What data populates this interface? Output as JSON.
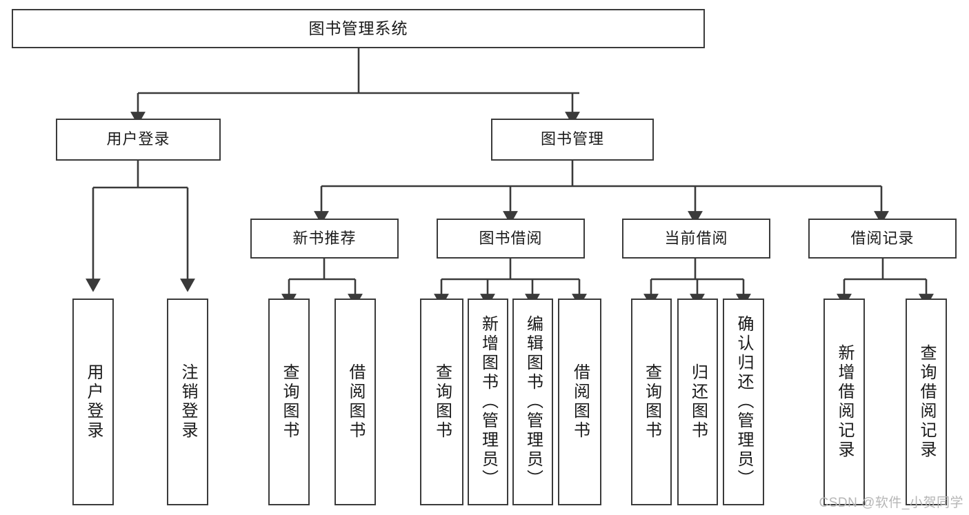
{
  "diagram": {
    "type": "tree",
    "title": "图书管理系统",
    "root": {
      "label": "图书管理系统"
    },
    "level1": [
      {
        "label": "用户登录"
      },
      {
        "label": "图书管理"
      }
    ],
    "level2": [
      {
        "label": "新书推荐"
      },
      {
        "label": "图书借阅"
      },
      {
        "label": "当前借阅"
      },
      {
        "label": "借阅记录"
      }
    ],
    "leaves_user_login": [
      {
        "label": "用户登录"
      },
      {
        "label": "注销登录"
      }
    ],
    "leaves_new_book": [
      {
        "label": "查询图书"
      },
      {
        "label": "借阅图书"
      }
    ],
    "leaves_borrow": [
      {
        "label": "查询图书"
      },
      {
        "label": "新增图书（管理员）"
      },
      {
        "label": "编辑图书（管理员）"
      },
      {
        "label": "借阅图书"
      }
    ],
    "leaves_current": [
      {
        "label": "查询图书"
      },
      {
        "label": "归还图书"
      },
      {
        "label": "确认归还（管理员）"
      }
    ],
    "leaves_record": [
      {
        "label": "新增借阅记录"
      },
      {
        "label": "查询借阅记录"
      }
    ]
  },
  "watermark": {
    "text": "CSDN @软件_小贺同学"
  },
  "colors": {
    "border": "#3a3a3a",
    "background": "#ffffff",
    "text": "#1a1a1a",
    "watermark": "#b6b6b6"
  }
}
